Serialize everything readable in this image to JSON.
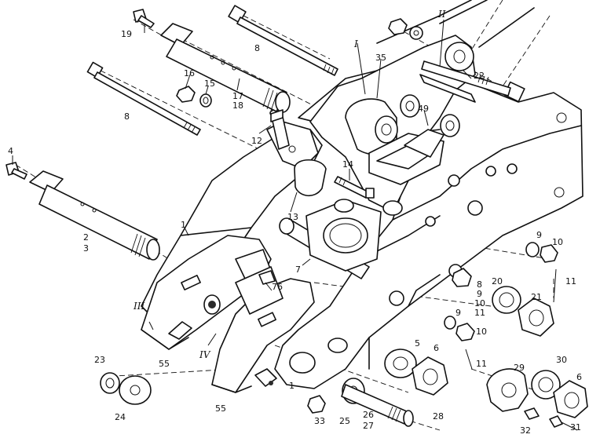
{
  "diagram": {
    "callouts": {
      "c1a": "1",
      "c1b": "1",
      "c2": "2",
      "c3": "3",
      "c4": "4",
      "c5": "5",
      "c6a": "6",
      "c6b": "6",
      "c7": "7",
      "c8a": "8",
      "c8b": "8",
      "c8c": "8",
      "c9a": "9",
      "c9b": "9",
      "c9c": "9",
      "c10a": "10",
      "c10b": "10",
      "c10c": "10",
      "c11a": "11",
      "c11b": "11",
      "c11c": "11",
      "c12": "12",
      "c13": "13",
      "c14": "14",
      "c15": "15",
      "c16": "16",
      "c17": "17",
      "c18": "18",
      "c19": "19",
      "c20": "20",
      "c21": "21",
      "c22": "22",
      "c23": "23",
      "c24": "24",
      "c25": "25",
      "c26": "26",
      "c27": "27",
      "c28": "28",
      "c29": "29",
      "c30": "30",
      "c31": "31",
      "c32": "32",
      "c33": "33",
      "c35": "35",
      "c49": "49",
      "c55a": "55",
      "c55b": "55",
      "c76": "76"
    },
    "views": {
      "v1": "I",
      "v2": "II",
      "v3": "III",
      "v4": "IV"
    }
  }
}
